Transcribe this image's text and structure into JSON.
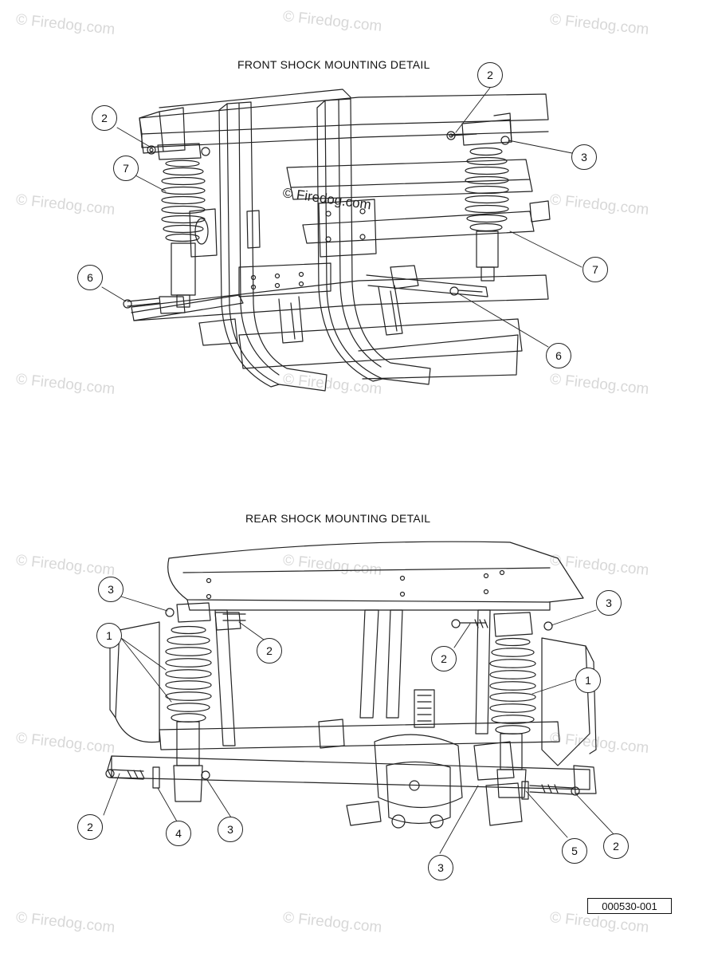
{
  "front": {
    "title": "FRONT SHOCK MOUNTING DETAIL",
    "callouts": [
      "2",
      "2",
      "3",
      "7",
      "7",
      "6",
      "6"
    ]
  },
  "rear": {
    "title": "REAR SHOCK MOUNTING DETAIL",
    "callouts": [
      "3",
      "3",
      "1",
      "1",
      "2",
      "2",
      "2",
      "2",
      "4",
      "3",
      "3",
      "5"
    ]
  },
  "watermark": "© Firedog.com",
  "doc_number": "000530-001"
}
